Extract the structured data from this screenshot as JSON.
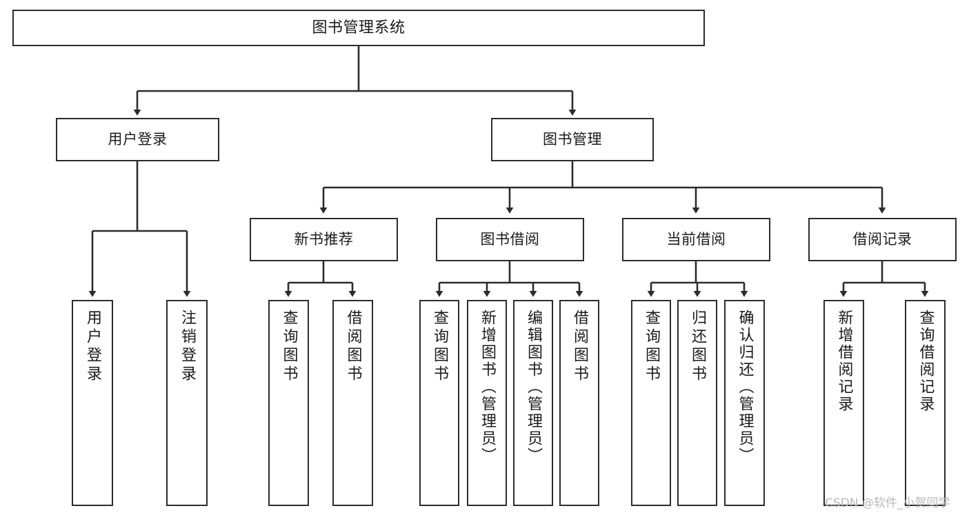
{
  "diagram": {
    "type": "tree",
    "title": "图书管理系统",
    "colors": {
      "stroke": "#2b2b2b",
      "fill": "#ffffff",
      "text": "#1a1a1a",
      "watermark": "#b9b9b9",
      "background": "#ffffff"
    },
    "nodes": {
      "root": {
        "label": "图书管理系统"
      },
      "level1": [
        {
          "id": "user-login",
          "label": "用户登录"
        },
        {
          "id": "book-manage",
          "label": "图书管理"
        }
      ],
      "level2": [
        {
          "id": "new-book-recommend",
          "label": "新书推荐"
        },
        {
          "id": "book-borrow",
          "label": "图书借阅"
        },
        {
          "id": "current-borrow",
          "label": "当前借阅"
        },
        {
          "id": "borrow-record",
          "label": "借阅记录"
        }
      ],
      "leaves": {
        "user-login": [
          {
            "id": "leaf-user-login",
            "label": "用户登录"
          },
          {
            "id": "leaf-logout",
            "label": "注销登录"
          }
        ],
        "new-book-recommend": [
          {
            "id": "leaf-query-book-1",
            "label": "查询图书"
          },
          {
            "id": "leaf-borrow-book-1",
            "label": "借阅图书"
          }
        ],
        "book-borrow": [
          {
            "id": "leaf-query-book-2",
            "label": "查询图书"
          },
          {
            "id": "leaf-add-book",
            "label": "新增图书（管理员）"
          },
          {
            "id": "leaf-edit-book",
            "label": "编辑图书（管理员）"
          },
          {
            "id": "leaf-borrow-book-2",
            "label": "借阅图书"
          }
        ],
        "current-borrow": [
          {
            "id": "leaf-query-book-3",
            "label": "查询图书"
          },
          {
            "id": "leaf-return-book",
            "label": "归还图书"
          },
          {
            "id": "leaf-confirm-return",
            "label": "确认归还（管理员）"
          }
        ],
        "borrow-record": [
          {
            "id": "leaf-add-record",
            "label": "新增借阅记录"
          },
          {
            "id": "leaf-query-record",
            "label": "查询借阅记录"
          }
        ]
      }
    },
    "watermark": {
      "text": "CSDN @软件_小贺同学"
    }
  }
}
